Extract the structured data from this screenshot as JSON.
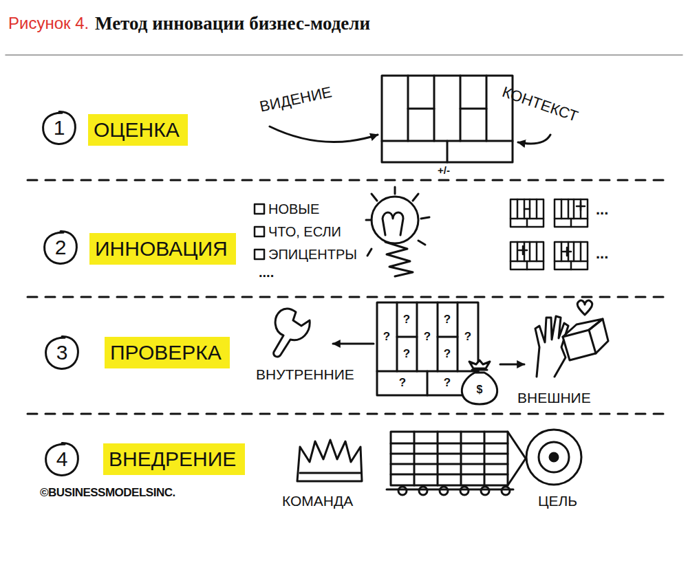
{
  "diagram": {
    "title": "Метод инновации бизнес-модели",
    "nodes": [
      {
        "text": [
          "1"
        ]
      },
      {
        "text": [
          "ОЦЕНКА"
        ]
      },
      {
        "text": [
          "2"
        ]
      },
      {
        "text": [
          "ИННОВАЦИЯ"
        ]
      },
      {
        "text": [
          "3"
        ]
      },
      {
        "text": [
          "ПРОВЕРКА"
        ]
      },
      {
        "text": [
          "4"
        ]
      },
      {
        "text": [
          "ВНЕДРЕНИЕ"
        ]
      }
    ],
    "labels": [
      "Рисунок 4.",
      "ВИДЕНИЕ",
      "КОНТЕКСТ",
      "+/-",
      "НОВЫЕ",
      "ЧТО, ЕСЛИ",
      "ЭПИЦЕНТРЫ",
      "....",
      "...",
      "...",
      "?",
      "?",
      "?",
      "?",
      "?",
      "?",
      "?",
      "?",
      "?",
      "$",
      "ВНУТРЕННИЕ",
      "ВНЕШНИЕ",
      "КОМАНДА",
      "ЦЕЛЬ",
      "©BUSINESSMODELSINC."
    ]
  }
}
